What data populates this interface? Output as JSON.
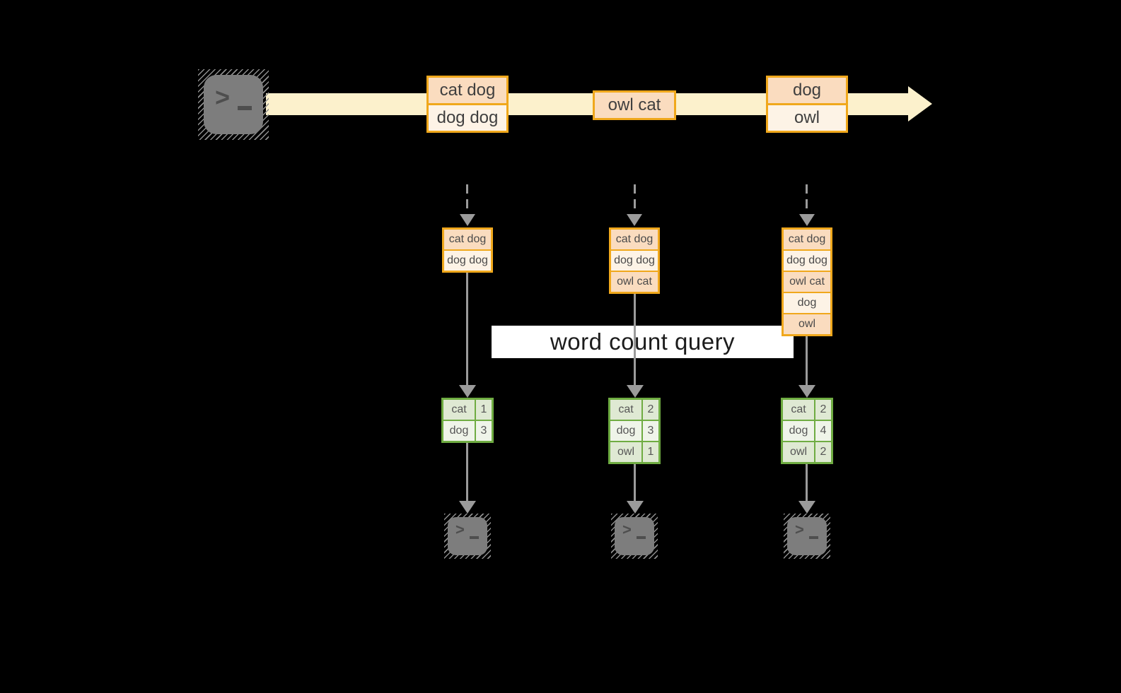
{
  "colors": {
    "stream": "#FCF1CC",
    "orange": "#F0A81C",
    "peach": "#FADCBF",
    "cream": "#FDF3E6",
    "green": "#6FAC42",
    "gdark": "#DFE9D3",
    "glight": "#EFF4E9",
    "gray": "#9B9B9B",
    "term": "#7D7D7D",
    "banner_bg": "#FFFFFF",
    "banner_text": "#1C1C1C"
  },
  "banner": {
    "label": "word count query"
  },
  "source_terminal": {
    "icon": "terminal-icon",
    "prompt": ">",
    "cursor": "_"
  },
  "stream": {
    "direction": "left-to-right",
    "events": [
      {
        "lines": [
          "cat dog",
          "dog dog"
        ]
      },
      {
        "lines": [
          "owl cat"
        ]
      },
      {
        "lines": [
          "dog",
          "owl"
        ]
      }
    ]
  },
  "columns": [
    {
      "state_rows": [
        "cat dog",
        "dog dog"
      ],
      "counts": [
        {
          "word": "cat",
          "count": "1"
        },
        {
          "word": "dog",
          "count": "3"
        }
      ],
      "sink_terminal": {
        "icon": "terminal-icon",
        "prompt": ">",
        "cursor": "_"
      }
    },
    {
      "state_rows": [
        "cat dog",
        "dog dog",
        "owl cat"
      ],
      "counts": [
        {
          "word": "cat",
          "count": "2"
        },
        {
          "word": "dog",
          "count": "3"
        },
        {
          "word": "owl",
          "count": "1"
        }
      ],
      "sink_terminal": {
        "icon": "terminal-icon",
        "prompt": ">",
        "cursor": "_"
      }
    },
    {
      "state_rows": [
        "cat dog",
        "dog dog",
        "owl cat",
        "dog",
        "owl"
      ],
      "counts": [
        {
          "word": "cat",
          "count": "2"
        },
        {
          "word": "dog",
          "count": "4"
        },
        {
          "word": "owl",
          "count": "2"
        }
      ],
      "sink_terminal": {
        "icon": "terminal-icon",
        "prompt": ">",
        "cursor": "_"
      }
    }
  ]
}
